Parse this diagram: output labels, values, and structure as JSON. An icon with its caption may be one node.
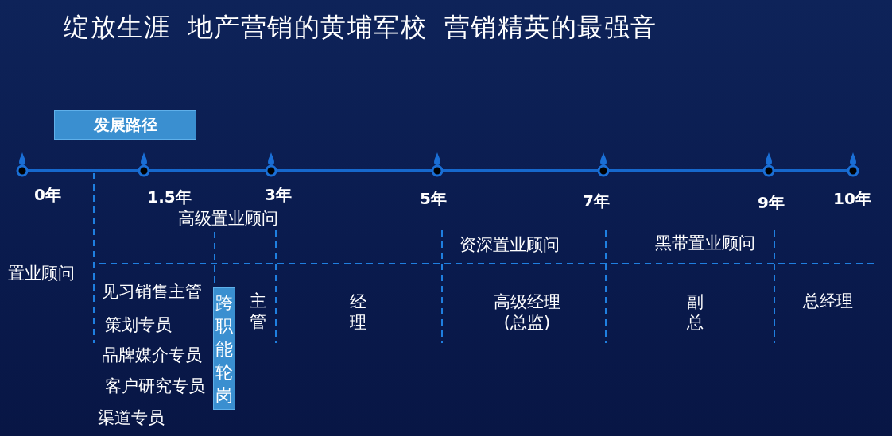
{
  "diagram": {
    "title": "绽放生涯 地产营销的黄埔军校 营销精英的最强音",
    "nodes": [
      {
        "text": [
          "发展路径"
        ]
      },
      {
        "text": [
          "跨职能轮岗"
        ]
      }
    ],
    "labels": [
      "0年",
      "1.5年",
      "3年",
      "5年",
      "7年",
      "9年",
      "10年",
      "高级置业顾问",
      "资深置业顾问",
      "黑带置业顾问",
      "置业顾问",
      "见习销售主管",
      "主管",
      "经理",
      "高级经理(总监)",
      "副总",
      "总经理",
      "策划专员",
      "品牌媒介专员",
      "客户研究专员",
      "渠道专员"
    ]
  }
}
